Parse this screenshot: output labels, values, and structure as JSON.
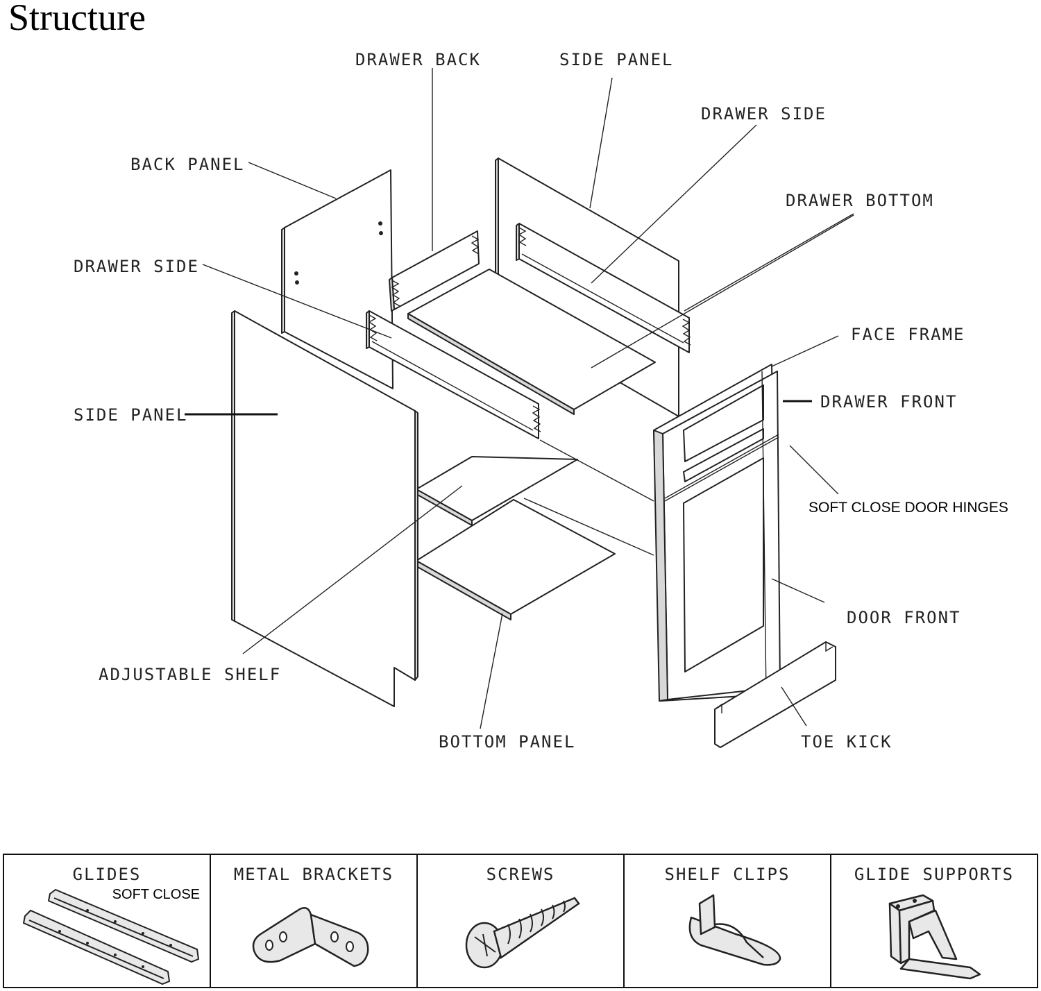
{
  "title": "Structure",
  "labels": {
    "drawer_back": "DRAWER BACK",
    "side_panel_top": "SIDE PANEL",
    "drawer_side_right": "DRAWER SIDE",
    "back_panel": "BACK PANEL",
    "drawer_bottom": "DRAWER BOTTOM",
    "drawer_side_left": "DRAWER SIDE",
    "face_frame": "FACE FRAME",
    "drawer_front": "DRAWER FRONT",
    "side_panel_left": "SIDE PANEL",
    "soft_close_hinges": "SOFT CLOSE DOOR HINGES",
    "door_front": "DOOR FRONT",
    "adjustable_shelf": "ADJUSTABLE SHELF",
    "bottom_panel": "BOTTOM PANEL",
    "toe_kick": "TOE KICK"
  },
  "hardware": [
    {
      "label": "GLIDES",
      "sublabel": "SOFT CLOSE",
      "icon": "glides-icon"
    },
    {
      "label": "METAL BRACKETS",
      "icon": "metal-bracket-icon"
    },
    {
      "label": "SCREWS",
      "icon": "screw-icon"
    },
    {
      "label": "SHELF CLIPS",
      "icon": "shelf-clip-icon"
    },
    {
      "label": "GLIDE SUPPORTS",
      "icon": "glide-support-icon"
    }
  ]
}
